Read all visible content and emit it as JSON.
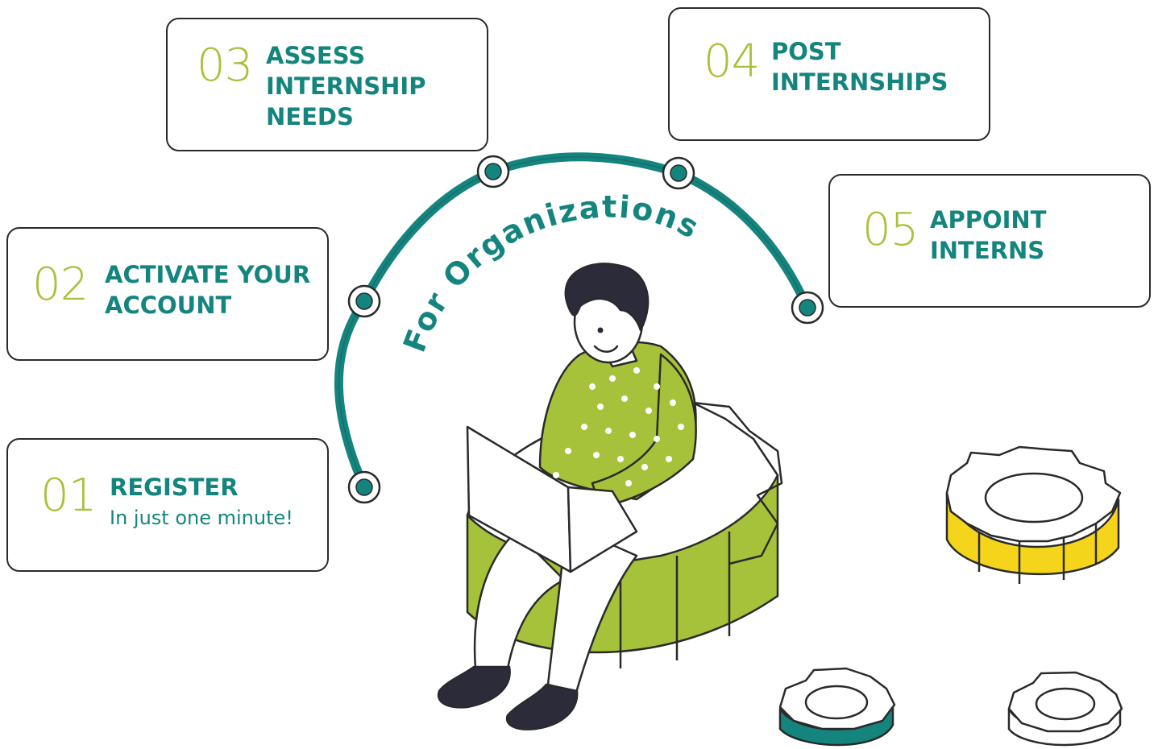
{
  "arc_title": "For Organizations",
  "colors": {
    "teal": "#14857e",
    "lime": "#a6c23a",
    "yellow": "#f4d51c",
    "outline": "#2a2a2a",
    "shoe": "#2b2b3a"
  },
  "steps": [
    {
      "num": "01",
      "lines": [
        "REGISTER"
      ],
      "subtitle": "In just one minute!"
    },
    {
      "num": "02",
      "lines": [
        "ACTIVATE YOUR",
        "ACCOUNT"
      ]
    },
    {
      "num": "03",
      "lines": [
        "ASSESS",
        "INTERNSHIP",
        "NEEDS"
      ]
    },
    {
      "num": "04",
      "lines": [
        "POST",
        "INTERNSHIPS"
      ]
    },
    {
      "num": "05",
      "lines": [
        "APPOINT",
        "INTERNS"
      ]
    }
  ],
  "icons": {
    "person": "person-with-laptop-icon",
    "big_gear": "green-gear-icon",
    "yellow_gear": "yellow-gear-icon",
    "teal_gear": "teal-gear-icon",
    "white_gear": "white-gear-icon",
    "node": "timeline-node-icon"
  }
}
